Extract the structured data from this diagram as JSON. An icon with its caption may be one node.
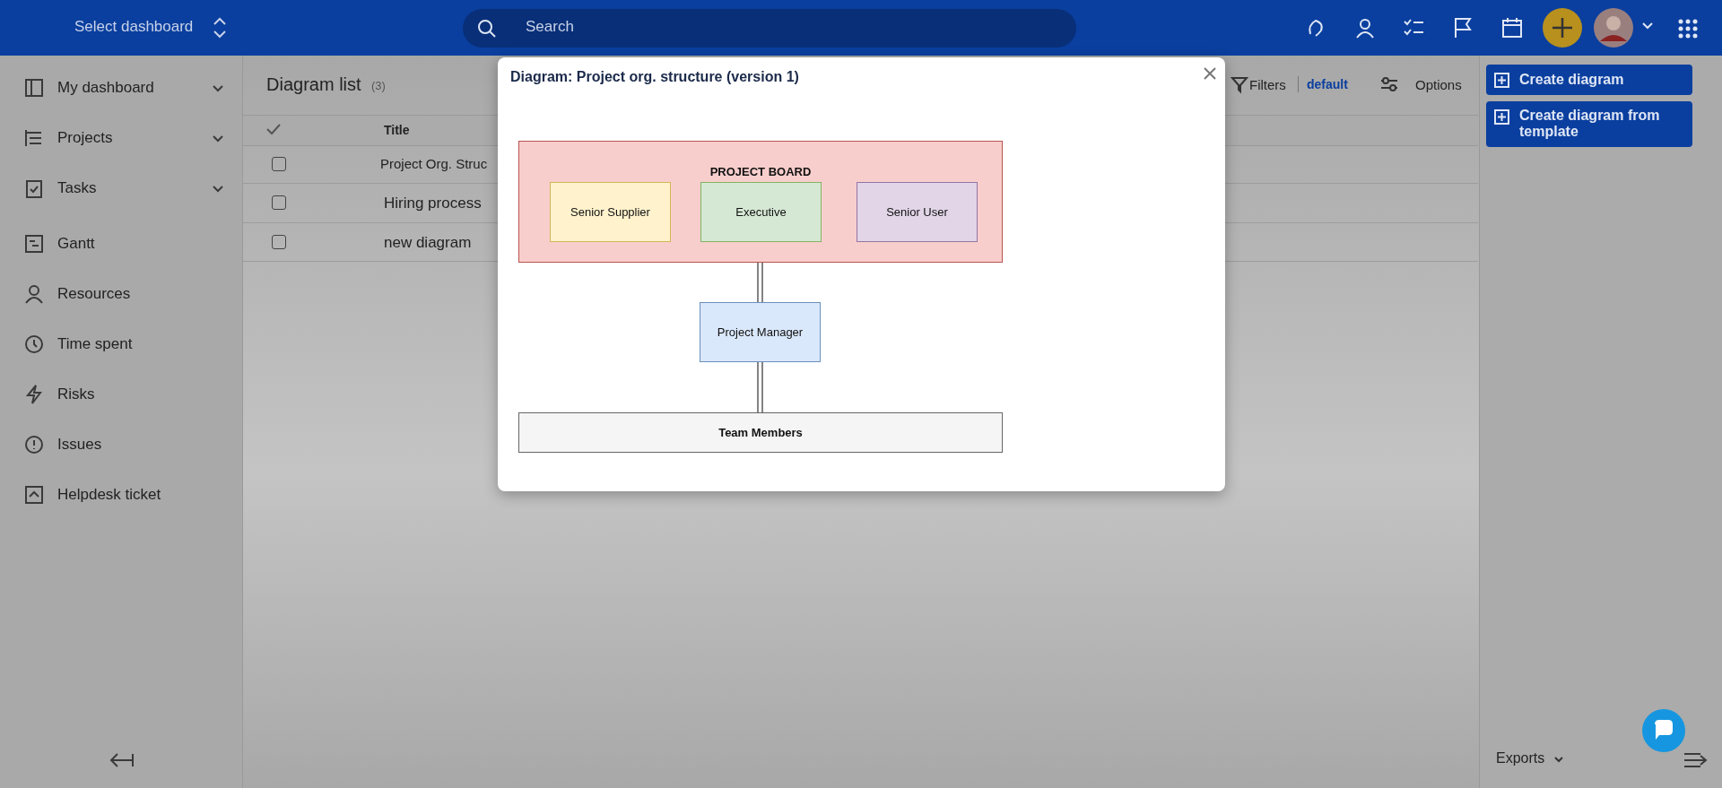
{
  "diagram": {
    "title": "Diagram: Project org. structure (version 1)",
    "nodes": [
      {
        "text": [
          "PROJECT BOARD"
        ]
      },
      {
        "text": [
          "Senior Supplier"
        ],
        "in": 0
      },
      {
        "text": [
          "Executive"
        ],
        "in": 0
      },
      {
        "text": [
          "Senior User"
        ],
        "in": 0
      },
      {
        "text": [
          "Project Manager"
        ]
      },
      {
        "text": [
          "Team Members"
        ]
      }
    ],
    "edges": [
      {
        "from": 0,
        "to": 4,
        "arrow": "none"
      },
      {
        "from": 4,
        "to": 5,
        "arrow": "none"
      }
    ],
    "labels": [
      "Select dashboard",
      "Search",
      "My dashboard",
      "Projects",
      "Tasks",
      "Gantt",
      "Resources",
      "Time spent",
      "Risks",
      "Issues",
      "Helpdesk ticket",
      "Diagram list",
      "(3)",
      "Filters",
      "default",
      "Options",
      "Create diagram",
      "Create diagram from template",
      "Title",
      "Project Org. Struc",
      "Hiring process",
      "new diagram",
      "Exports"
    ]
  }
}
